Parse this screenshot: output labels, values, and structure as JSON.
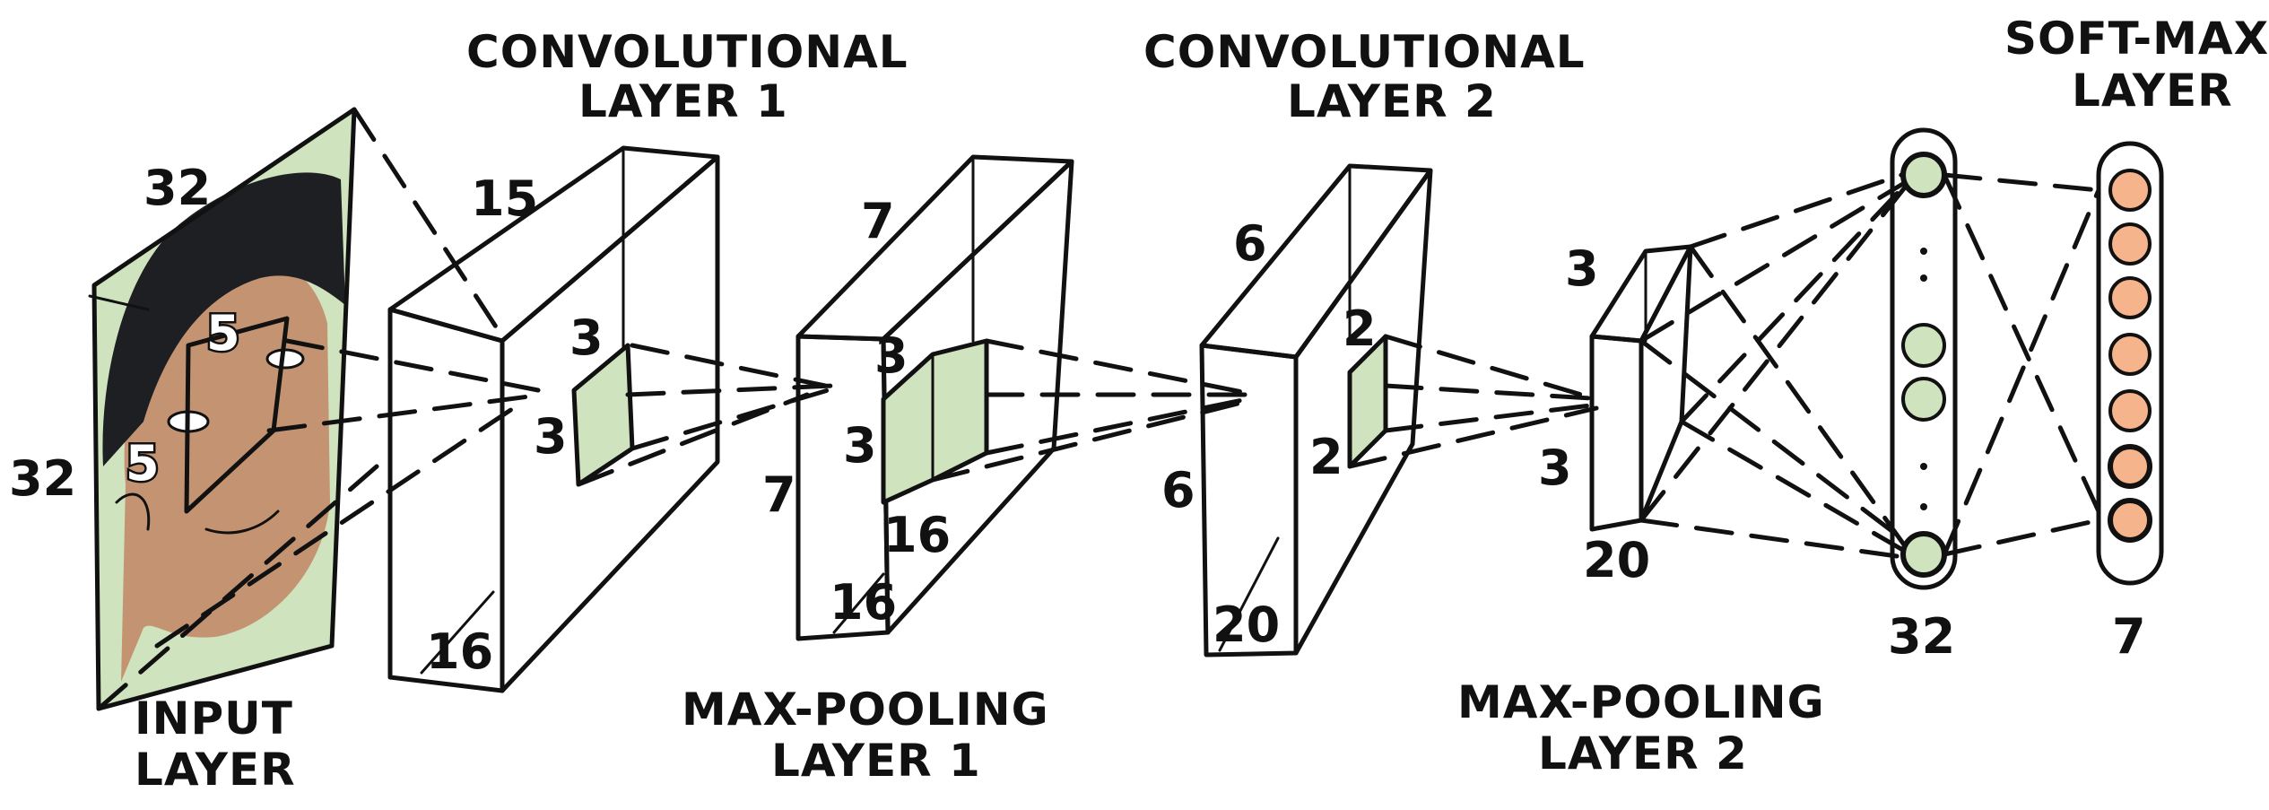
{
  "layers": {
    "input": {
      "title_line1": "INPUT",
      "title_line2": "LAYER",
      "width": "32",
      "height": "32",
      "kernel_w": "5",
      "kernel_h": "5"
    },
    "conv1": {
      "title_line1": "CONVOLUTIONAL",
      "title_line2": "LAYER 1",
      "size": "15",
      "depth": "16",
      "kernel_w": "3",
      "kernel_h": "3"
    },
    "pool1": {
      "title_line1": "MAX-POOLING",
      "title_line2": "LAYER 1",
      "size_top": "7",
      "size_side": "7",
      "depth": "16",
      "kernel_w": "3",
      "kernel_h": "3",
      "kernel_depth": "16"
    },
    "conv2": {
      "title_line1": "CONVOLUTIONAL",
      "title_line2": "LAYER 2",
      "size_top": "6",
      "size_side": "6",
      "depth": "20",
      "kernel_w": "2",
      "kernel_h": "2"
    },
    "pool2": {
      "title_line1": "MAX-POOLING",
      "title_line2": "LAYER 2",
      "size_top": "3",
      "size_side": "3",
      "depth": "20"
    },
    "dense": {
      "units": "32"
    },
    "softmax": {
      "title_line1": "SOFT-MAX",
      "title_line2": "LAYER",
      "units": "7"
    }
  },
  "colors": {
    "kernel_fill": "#cfe3bf",
    "dense_node": "#cfe3bf",
    "softmax_node": "#f6b48c",
    "skin": "#c49472",
    "hair": "#1d1f22"
  }
}
